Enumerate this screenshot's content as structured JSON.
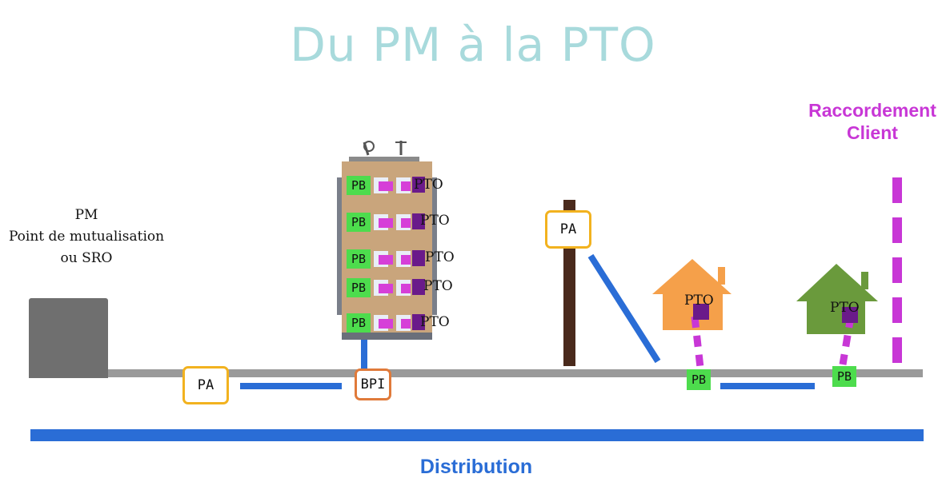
{
  "title": "Du PM à la PTO",
  "pm": {
    "line1": "PM",
    "line2": "Point de mutualisation",
    "line3": "ou SRO"
  },
  "raccordement": {
    "line1": "Raccordement",
    "line2": "Client"
  },
  "distribution_label": "Distribution",
  "labels": {
    "pa": "PA",
    "bpi": "BPI",
    "pb": "PB",
    "pto": "PTO"
  },
  "building_floors": [
    {
      "pb": "PB",
      "pto": "PTO"
    },
    {
      "pb": "PB",
      "pto": "PTO"
    },
    {
      "pb": "PB",
      "pto": "PTO"
    },
    {
      "pb": "PB",
      "pto": "PTO"
    },
    {
      "pb": "PB",
      "pto": "PTO"
    }
  ],
  "colors": {
    "title": "#a8dadc",
    "distribution": "#2a6dd6",
    "raccordement": "#c837d6",
    "pa_border": "#f2b21f",
    "bpi_border": "#e07a3a",
    "pb_fill": "#4ddc4d",
    "pto_fill": "#6a1a8a",
    "house_orange": "#f5a04a",
    "house_green": "#6a9a3c"
  }
}
